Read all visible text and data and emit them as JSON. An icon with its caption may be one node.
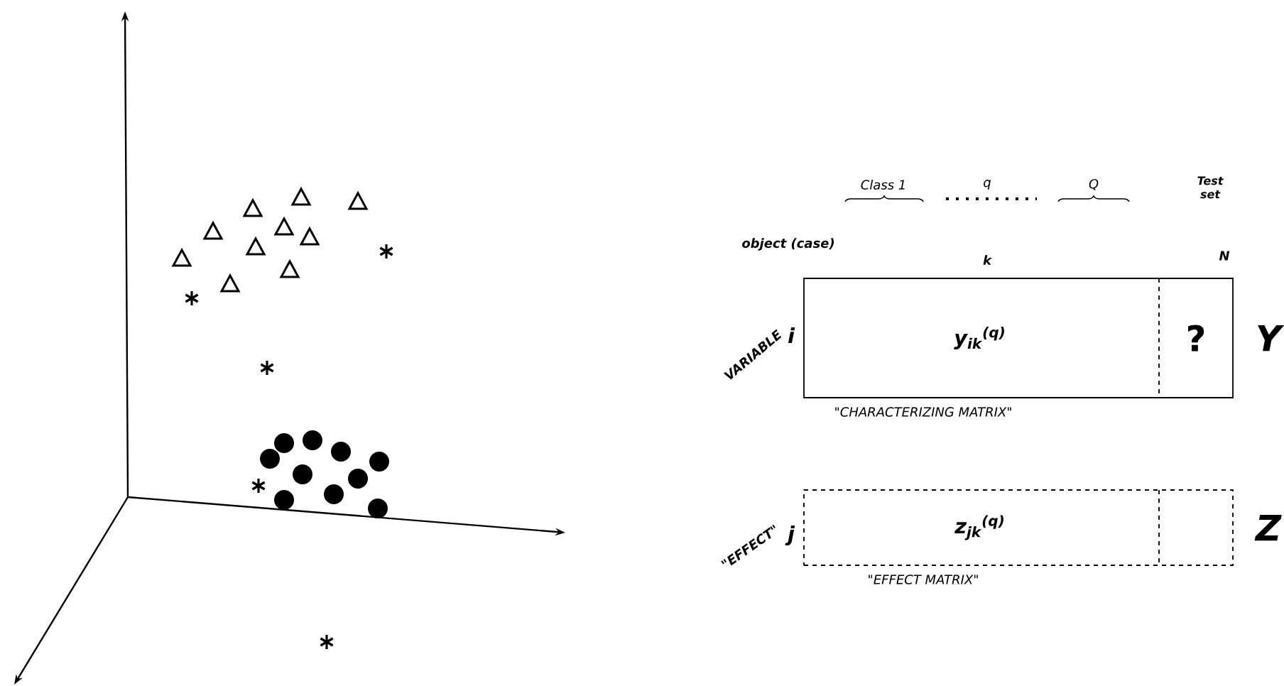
{
  "diagram": {
    "nodes": [
      {
        "text": [
          "**y**$_{ik}$$^{(q)}$"
        ],
        "beside": [
          "\"CHARACTERIZING MATRIX\"",
          "Y"
        ]
      },
      {
        "text": [
          "?"
        ],
        "in": 0
      },
      {
        "text": [
          "**z**$_{jk}$$^{(q)}$"
        ],
        "beside": [
          "\"EFFECT MATRIX\"",
          "Z"
        ]
      },
      {
        "text": [],
        "shape": "box",
        "in": 2
      }
    ],
    "labels": [
      "Class 1",
      "q",
      "Q",
      "Test set",
      "object (case)",
      "k",
      "N",
      "VARIABLE",
      "i",
      "\"EFFECT\"",
      "j"
    ]
  }
}
